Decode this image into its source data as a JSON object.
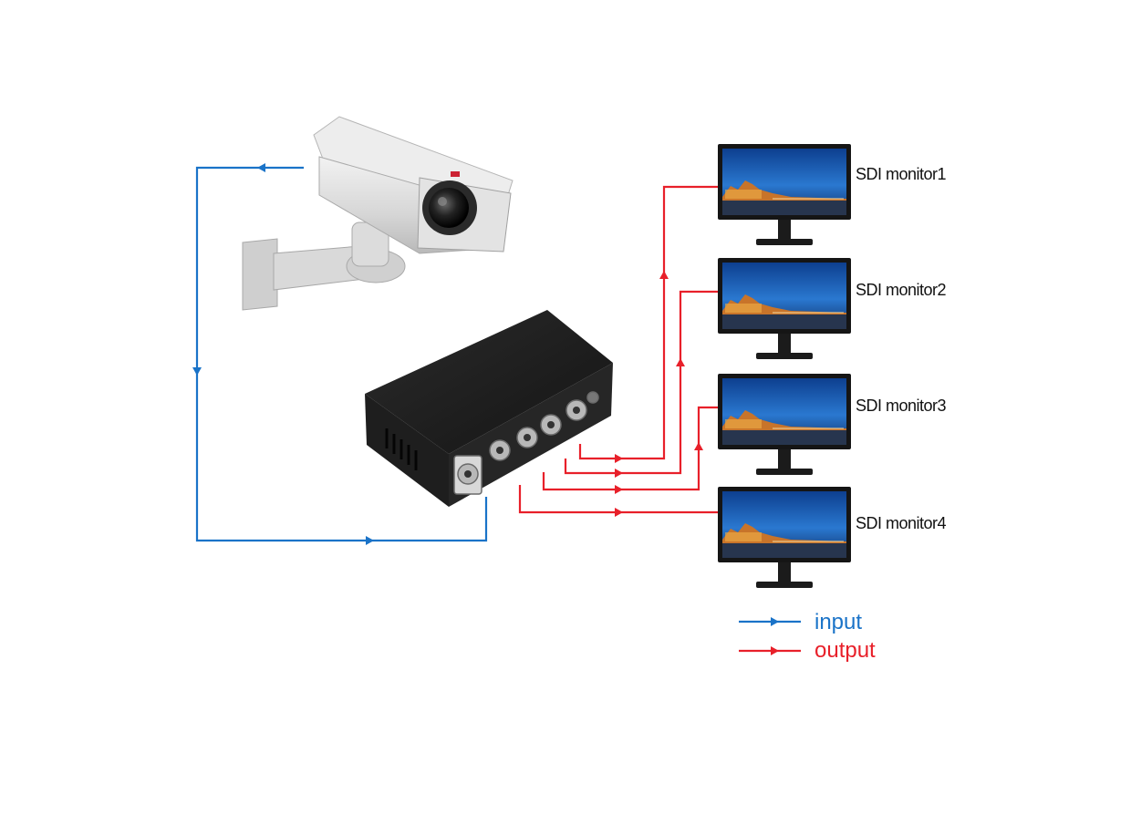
{
  "colors": {
    "input": "#1a73c8",
    "output": "#e8202a"
  },
  "monitors": [
    {
      "label": "SDI monitor1"
    },
    {
      "label": "SDI monitor2"
    },
    {
      "label": "SDI monitor3"
    },
    {
      "label": "SDI monitor4"
    }
  ],
  "legend": {
    "input": "input",
    "output": "output"
  },
  "icons": {
    "camera": "cctv-camera-icon",
    "splitter": "sdi-splitter-box-icon",
    "monitor": "monitor-icon"
  }
}
